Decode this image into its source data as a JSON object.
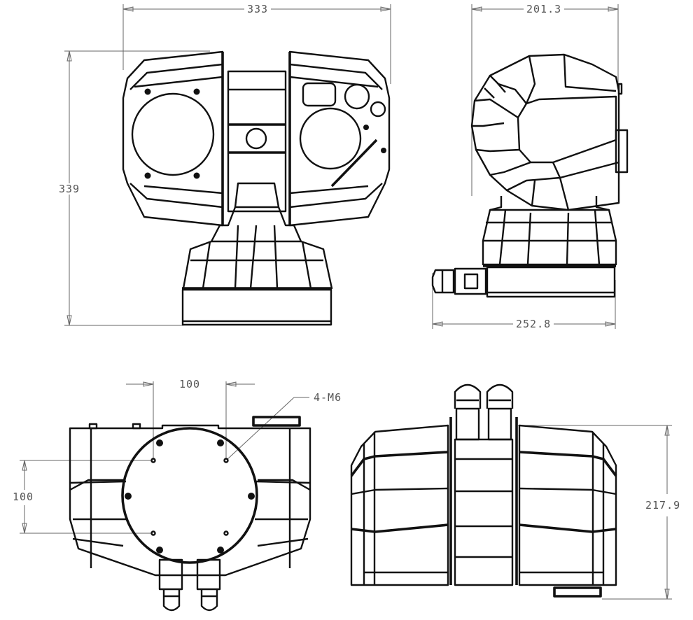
{
  "drawing": {
    "type": "technical-dimension-drawing",
    "subject": "pan-tilt camera unit, four orthographic views",
    "line_color": "#111111",
    "dimension_color": "#666666"
  },
  "views": {
    "front": {
      "width_label": "333",
      "height_label": "339"
    },
    "side": {
      "head_depth_label": "201.3",
      "base_depth_label": "252.8"
    },
    "bottom": {
      "hole_spacing_x_label": "100",
      "hole_spacing_y_label": "100",
      "hole_callout_label": "4-M6"
    },
    "back": {
      "height_label": "217.9"
    }
  }
}
